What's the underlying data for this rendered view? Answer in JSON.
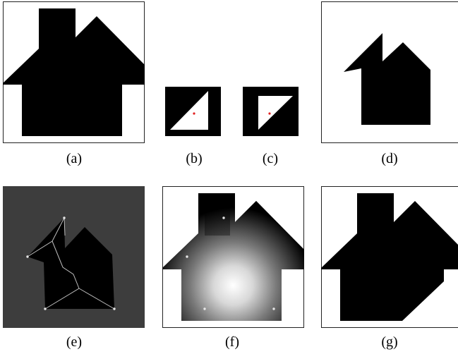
{
  "figure": {
    "panels": [
      {
        "id": "a",
        "caption": "(a)"
      },
      {
        "id": "b",
        "caption": "(b)"
      },
      {
        "id": "c",
        "caption": "(c)"
      },
      {
        "id": "d",
        "caption": "(d)"
      },
      {
        "id": "e",
        "caption": "(e)"
      },
      {
        "id": "f",
        "caption": "(f)"
      },
      {
        "id": "g",
        "caption": "(g)"
      }
    ]
  },
  "colors": {
    "shape": "#000000",
    "background": "#ffffff",
    "panel_e_background": "#3d3d3d",
    "marker": "#e02020",
    "skeleton": "#bdbdbd"
  }
}
